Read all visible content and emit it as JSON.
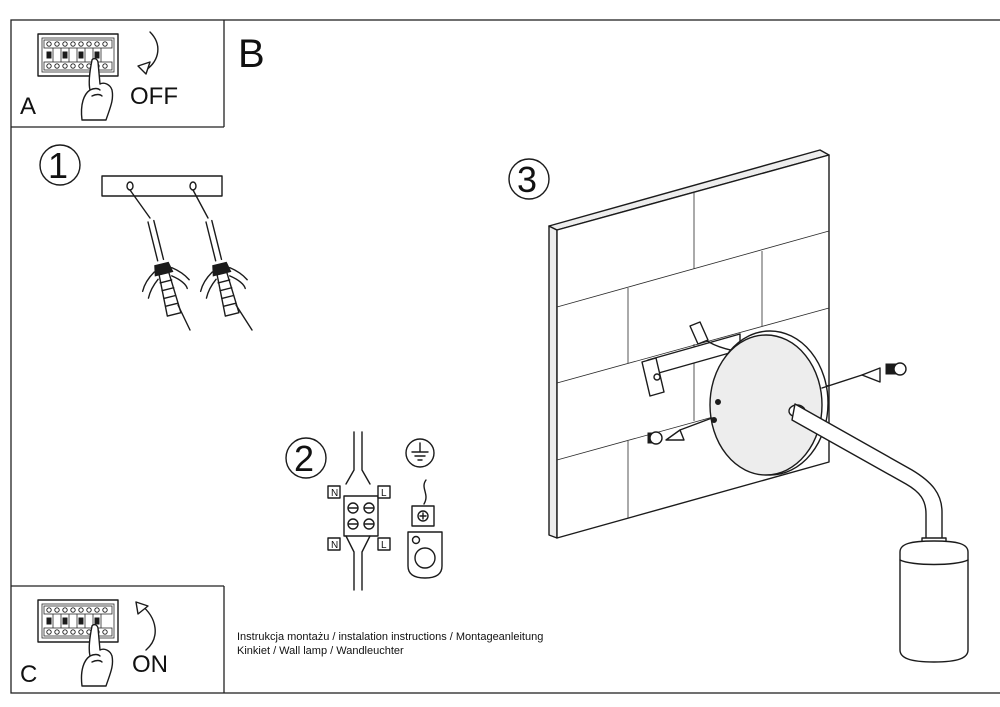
{
  "panels": {
    "a": {
      "letter": "A",
      "switch_state": "OFF"
    },
    "b": {
      "letter": "B"
    },
    "c": {
      "letter": "C",
      "switch_state": "ON"
    }
  },
  "steps": [
    "1",
    "2",
    "3"
  ],
  "wiring": {
    "terminals_top": [
      "N",
      "L"
    ],
    "terminals_bottom": [
      "N",
      "L"
    ],
    "earth_symbol": "ground-symbol-icon"
  },
  "caption": {
    "line1": "Instrukcja montażu / instalation instructions / Montageanleitung",
    "line2": "Kinkiet / Wall lamp / Wandleuchter"
  }
}
